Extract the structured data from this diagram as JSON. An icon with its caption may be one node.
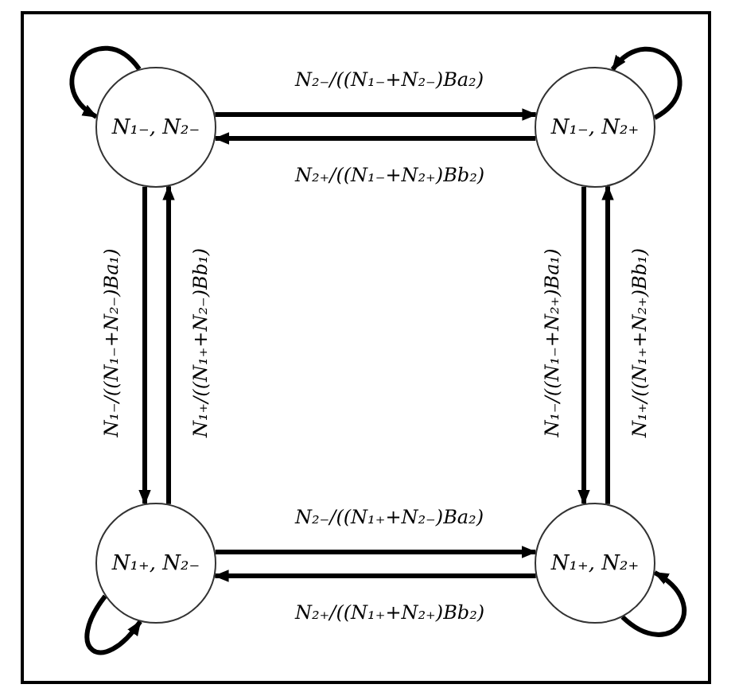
{
  "diagram": {
    "nodes": [
      {
        "text": [
          "N₁₋, N₂₋"
        ]
      },
      {
        "text": [
          "N₁₋, N₂₊"
        ]
      },
      {
        "text": [
          "N₁₊, N₂₋"
        ]
      },
      {
        "text": [
          "N₁₊, N₂₊"
        ]
      }
    ],
    "edges": [
      {
        "from": 0,
        "to": 1,
        "arrow": "to",
        "label": "N₂₋/((N₁₋+N₂₋)Ba₂)"
      },
      {
        "from": 1,
        "to": 0,
        "arrow": "to",
        "label": "N₂₊/((N₁₋+N₂₊)Bb₂)"
      },
      {
        "from": 0,
        "to": 2,
        "arrow": "to",
        "label": "N₁₋/((N₁₋+N₂₋)Ba₁)"
      },
      {
        "from": 2,
        "to": 0,
        "arrow": "to",
        "label": "N₁₊/((N₁₊+N₂₋)Bb₁)"
      },
      {
        "from": 1,
        "to": 3,
        "arrow": "to",
        "label": "N₁₋/((N₁₋+N₂₊)Ba₁)"
      },
      {
        "from": 3,
        "to": 1,
        "arrow": "to",
        "label": "N₁₊/((N₁₊+N₂₊)Bb₁)"
      },
      {
        "from": 2,
        "to": 3,
        "arrow": "to",
        "label": "N₂₋/((N₁₊+N₂₋)Ba₂)"
      },
      {
        "from": 3,
        "to": 2,
        "arrow": "to",
        "label": "N₂₊/((N₁₊+N₂₊)Bb₂)"
      },
      {
        "from": 0,
        "to": 0,
        "arrow": "to"
      },
      {
        "from": 1,
        "to": 1,
        "arrow": "to"
      },
      {
        "from": 2,
        "to": 2,
        "arrow": "to"
      },
      {
        "from": 3,
        "to": 3,
        "arrow": "to"
      }
    ]
  }
}
